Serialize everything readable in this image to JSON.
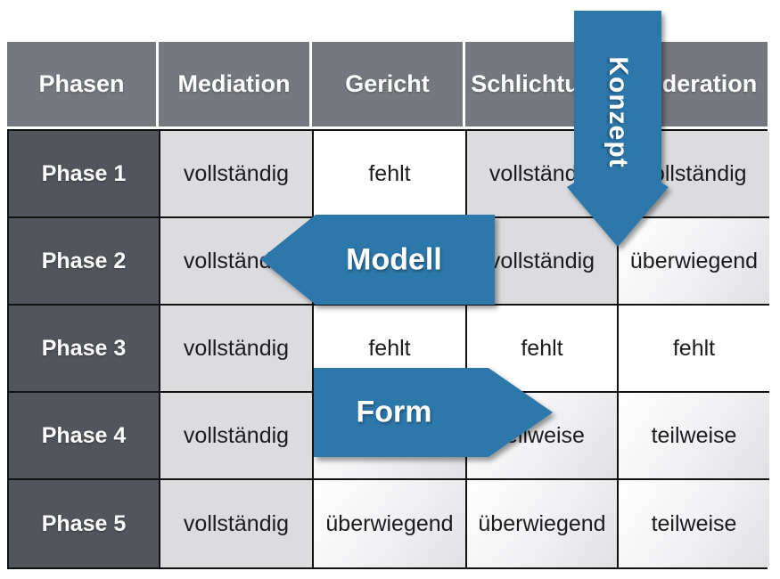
{
  "colors": {
    "arrow_blue": "#2d78aa",
    "header_gray": "#75787f",
    "phase_gray": "#53555d",
    "cell_gray": "#dcdcde",
    "grid_line": "#121212"
  },
  "table": {
    "header": [
      "Phasen",
      "Mediation",
      "Gericht",
      "Schlichtung",
      "Moderation"
    ],
    "rows": [
      {
        "label": "Phase 1",
        "cells": [
          {
            "text": "vollständig",
            "bg": "gray"
          },
          {
            "text": "fehlt",
            "bg": "white"
          },
          {
            "text": "vollständig",
            "bg": "gray"
          },
          {
            "text": "vollständig",
            "bg": "gray"
          }
        ]
      },
      {
        "label": "Phase 2",
        "cells": [
          {
            "text": "vollständig",
            "bg": "gray"
          },
          {
            "text": "",
            "bg": "white"
          },
          {
            "text": "vollständig",
            "bg": "gray"
          },
          {
            "text": "überwiegend",
            "bg": "grad"
          }
        ]
      },
      {
        "label": "Phase 3",
        "cells": [
          {
            "text": "vollständig",
            "bg": "gray"
          },
          {
            "text": "fehlt",
            "bg": "white"
          },
          {
            "text": "fehlt",
            "bg": "white"
          },
          {
            "text": "fehlt",
            "bg": "white"
          }
        ]
      },
      {
        "label": "Phase 4",
        "cells": [
          {
            "text": "vollständig",
            "bg": "gray"
          },
          {
            "text": "",
            "bg": "grad"
          },
          {
            "text": "teilweise",
            "bg": "grad"
          },
          {
            "text": "teilweise",
            "bg": "grad"
          }
        ]
      },
      {
        "label": "Phase 5",
        "cells": [
          {
            "text": "vollständig",
            "bg": "gray"
          },
          {
            "text": "überwiegend",
            "bg": "grad"
          },
          {
            "text": "überwiegend",
            "bg": "grad"
          },
          {
            "text": "teilweise",
            "bg": "grad"
          }
        ]
      }
    ]
  },
  "arrows": {
    "down": {
      "label": "Konzept"
    },
    "left": {
      "label": "Modell"
    },
    "right": {
      "label": "Form"
    }
  }
}
